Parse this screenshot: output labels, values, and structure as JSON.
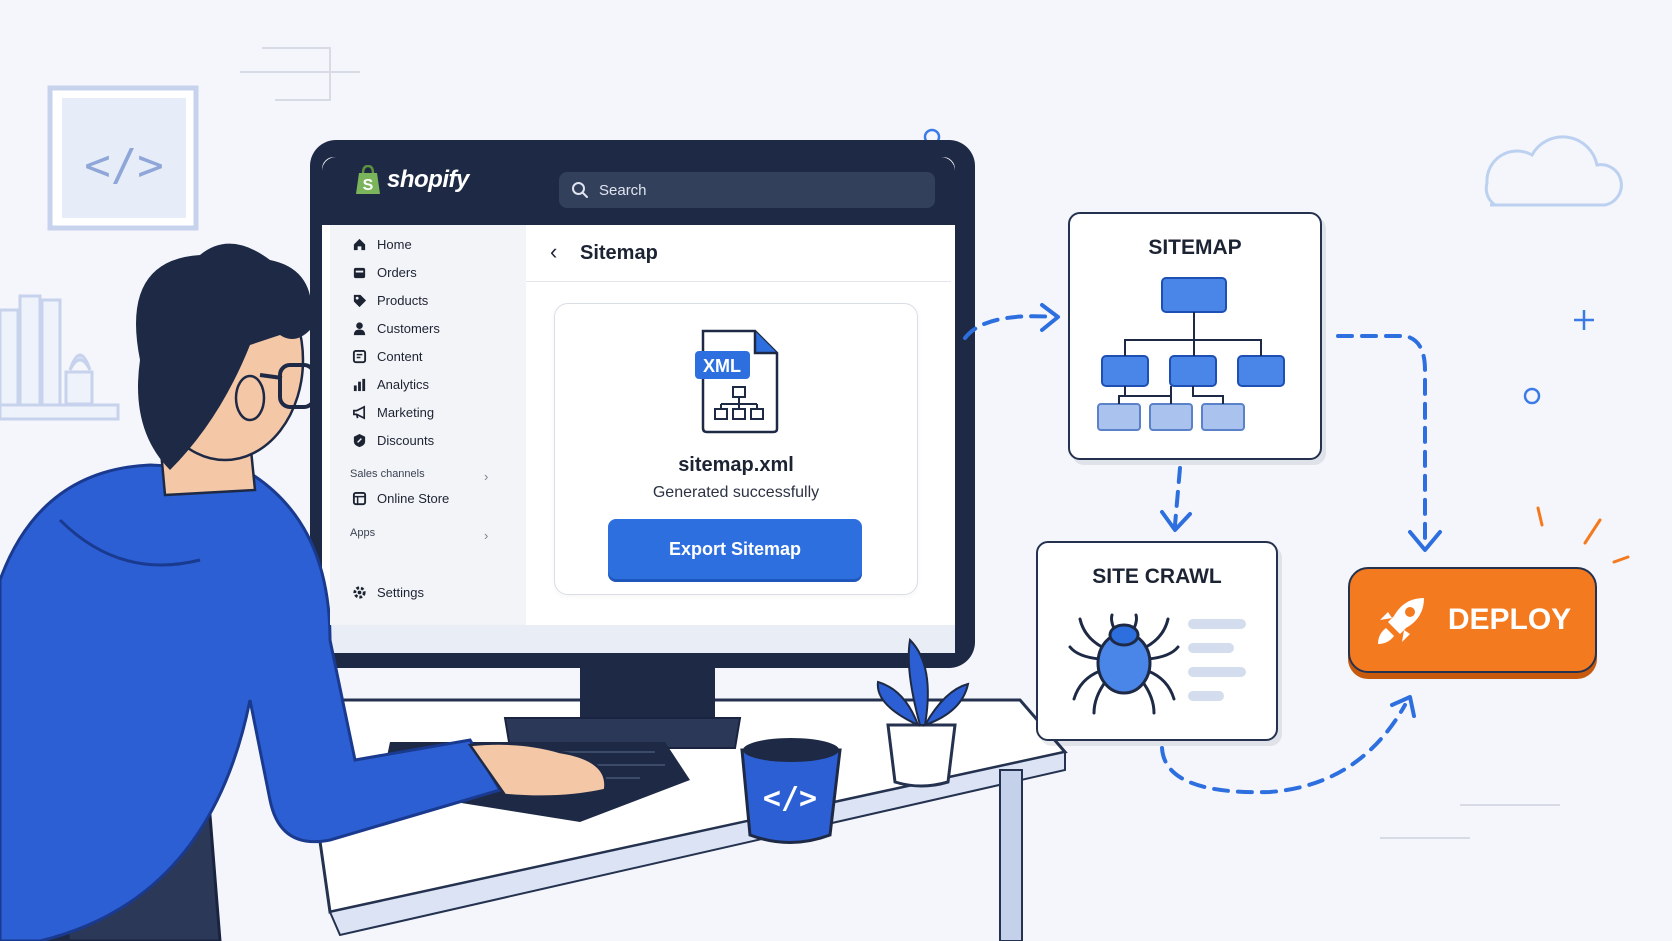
{
  "app": {
    "logo_text": "shopify",
    "search_placeholder": "Search"
  },
  "sidebar": {
    "items": [
      {
        "label": "Home",
        "icon": "home-icon"
      },
      {
        "label": "Orders",
        "icon": "orders-icon"
      },
      {
        "label": "Products",
        "icon": "tag-icon"
      },
      {
        "label": "Customers",
        "icon": "person-icon"
      },
      {
        "label": "Content",
        "icon": "content-icon"
      },
      {
        "label": "Analytics",
        "icon": "bar-chart-icon"
      },
      {
        "label": "Marketing",
        "icon": "megaphone-icon"
      },
      {
        "label": "Discounts",
        "icon": "discount-icon"
      }
    ],
    "sales_channels_label": "Sales channels",
    "online_store_label": "Online Store",
    "apps_label": "Apps",
    "settings_label": "Settings"
  },
  "main": {
    "page_title": "Sitemap",
    "file_badge": "XML",
    "file_name": "sitemap.xml",
    "status_text": "Generated successfully",
    "export_button": "Export Sitemap"
  },
  "flow": {
    "sitemap_title": "SITEMAP",
    "crawl_title": "SITE CRAWL",
    "deploy_label": "DEPLOY"
  },
  "colors": {
    "accent_blue": "#2e6fe0",
    "deploy_orange": "#f47a1f",
    "dark_navy": "#1e2a45"
  }
}
